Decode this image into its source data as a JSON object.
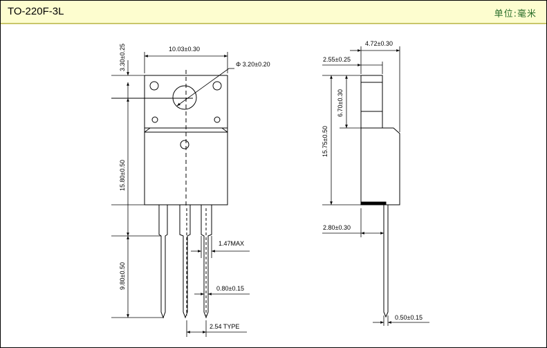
{
  "header": {
    "title": "TO-220F-3L",
    "units": "单位:毫米"
  },
  "dimensions": {
    "width": "10.03±0.30",
    "hole_diameter": "Φ 3.20±0.20",
    "top_to_hole": "3.30±0.25",
    "body_height": "15.80±0.50",
    "lead_length": "9.80±0.50",
    "lead_width_max": "1.47MAX",
    "lead_thickness": "0.80±0.15",
    "pitch": "2.54 TYPE",
    "side_thickness": "4.72±0.30",
    "side_tab": "2.55±0.25",
    "side_upper": "6.70±0.30",
    "side_total": "15.75±0.50",
    "side_lead_offset": "2.80±0.30",
    "side_lead_thickness": "0.50±0.15"
  }
}
